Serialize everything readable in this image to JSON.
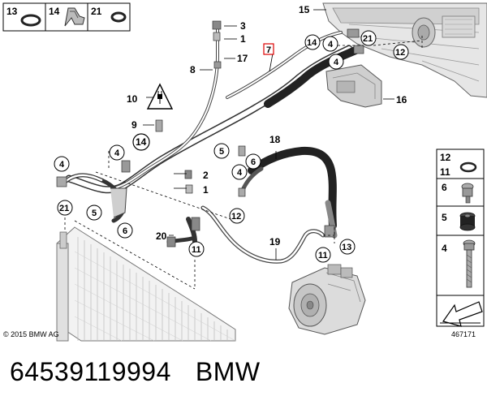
{
  "header_boxes": [
    {
      "label": "13",
      "icon": "o-ring-icon"
    },
    {
      "label": "14",
      "icon": "clip-icon"
    },
    {
      "label": "21",
      "icon": "seal-ring-icon"
    }
  ],
  "callouts": {
    "c15": "15",
    "c3": "3",
    "c1a": "1",
    "c17": "17",
    "c8": "8",
    "c7": "7",
    "c4a": "4",
    "c21a": "21",
    "c12a": "12",
    "c16": "16",
    "c10": "10",
    "c9": "9",
    "c14": "14",
    "c4b": "4",
    "c4c": "4",
    "c5a": "5",
    "c6a": "6",
    "c18": "18",
    "c4d": "4",
    "c2": "2",
    "c1b": "1",
    "c21b": "21",
    "c5b": "5",
    "c6b": "6",
    "c12b": "12",
    "c20": "20",
    "c11a": "11",
    "c19": "19",
    "c11b": "11",
    "c13": "13"
  },
  "side_panel": {
    "labels": [
      "12",
      "11",
      "6",
      "5",
      "4"
    ]
  },
  "copyright": "© 2015 BMW AG",
  "diagram_id": "467171",
  "part_number": "64539119994",
  "brand": "BMW"
}
